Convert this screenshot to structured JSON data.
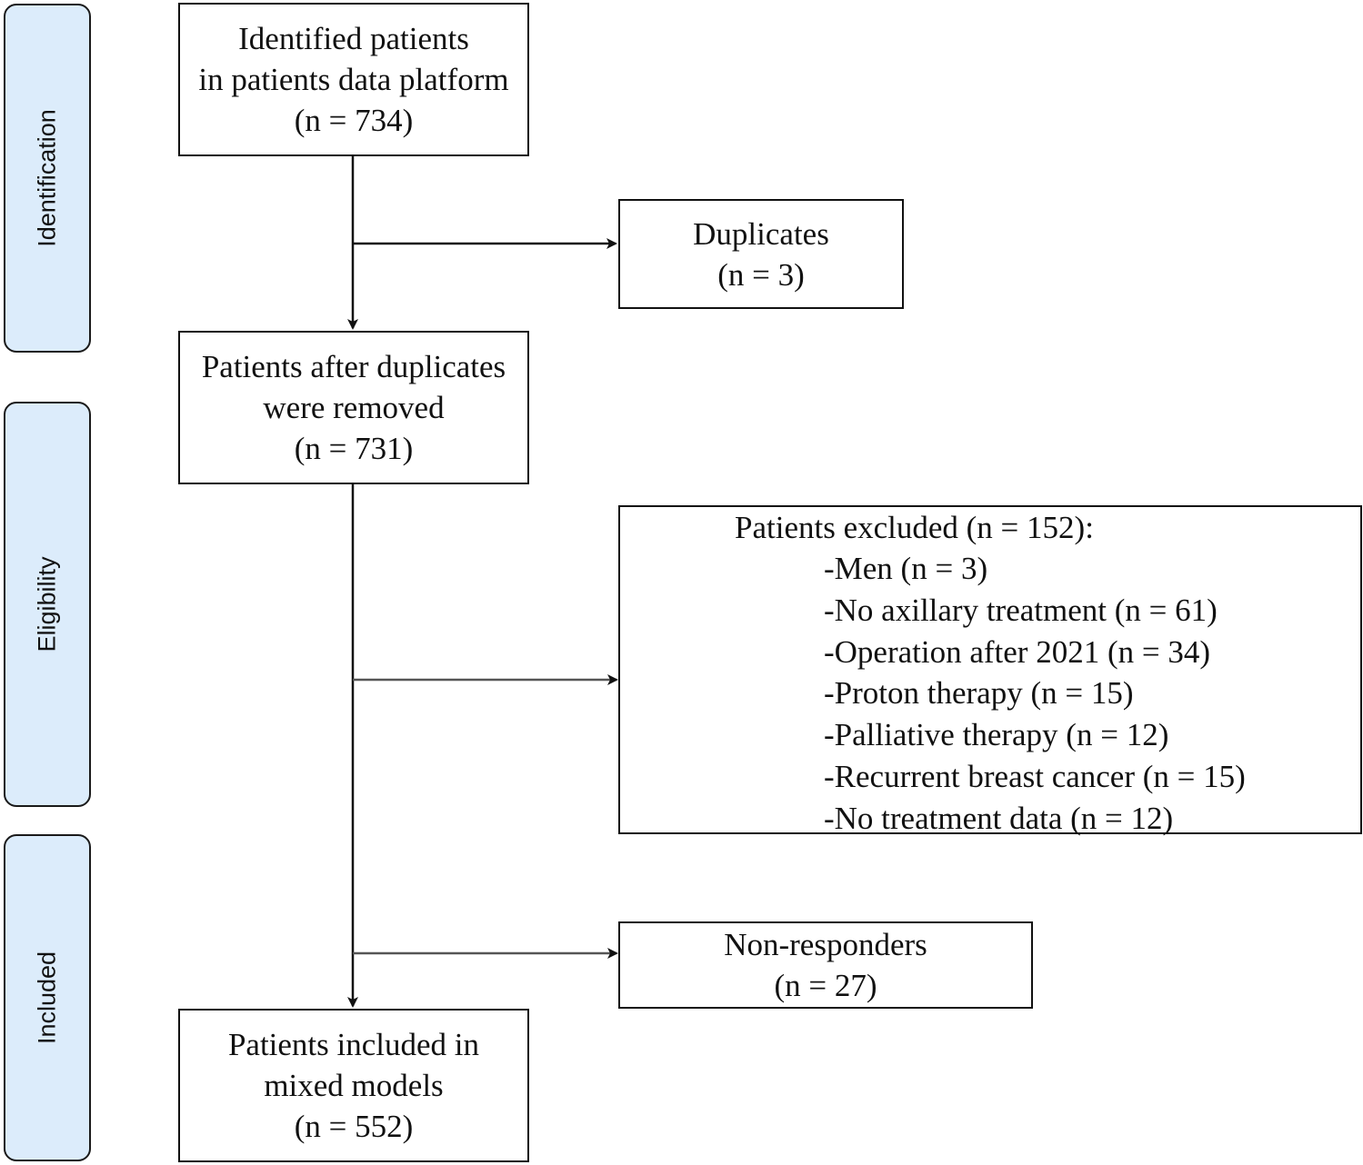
{
  "phases": {
    "identification": "Identification",
    "eligibility": "Eligibility",
    "included": "Included"
  },
  "boxes": {
    "identified": {
      "line1": "Identified patients",
      "line2": "in patients data platform",
      "line3": "(n = 734)"
    },
    "duplicates": {
      "line1": "Duplicates",
      "line2": "(n = 3)"
    },
    "after_duplicates": {
      "line1": "Patients after duplicates",
      "line2": "were removed",
      "line3": "(n = 731)"
    },
    "excluded": {
      "title": "Patients excluded (n = 152):",
      "items": [
        "-Men (n = 3)",
        "-No axillary treatment (n = 61)",
        "-Operation after 2021 (n = 34)",
        "-Proton therapy (n = 15)",
        "-Palliative therapy (n = 12)",
        "-Recurrent breast cancer (n = 15)",
        "-No treatment data (n = 12)"
      ]
    },
    "non_responders": {
      "line1": "Non-responders",
      "line2": "(n = 27)"
    },
    "included": {
      "line1": "Patients included in",
      "line2": "mixed models",
      "line3": "(n = 552)"
    }
  },
  "colors": {
    "phase_fill": "#dcecfb",
    "line": "#111111"
  }
}
